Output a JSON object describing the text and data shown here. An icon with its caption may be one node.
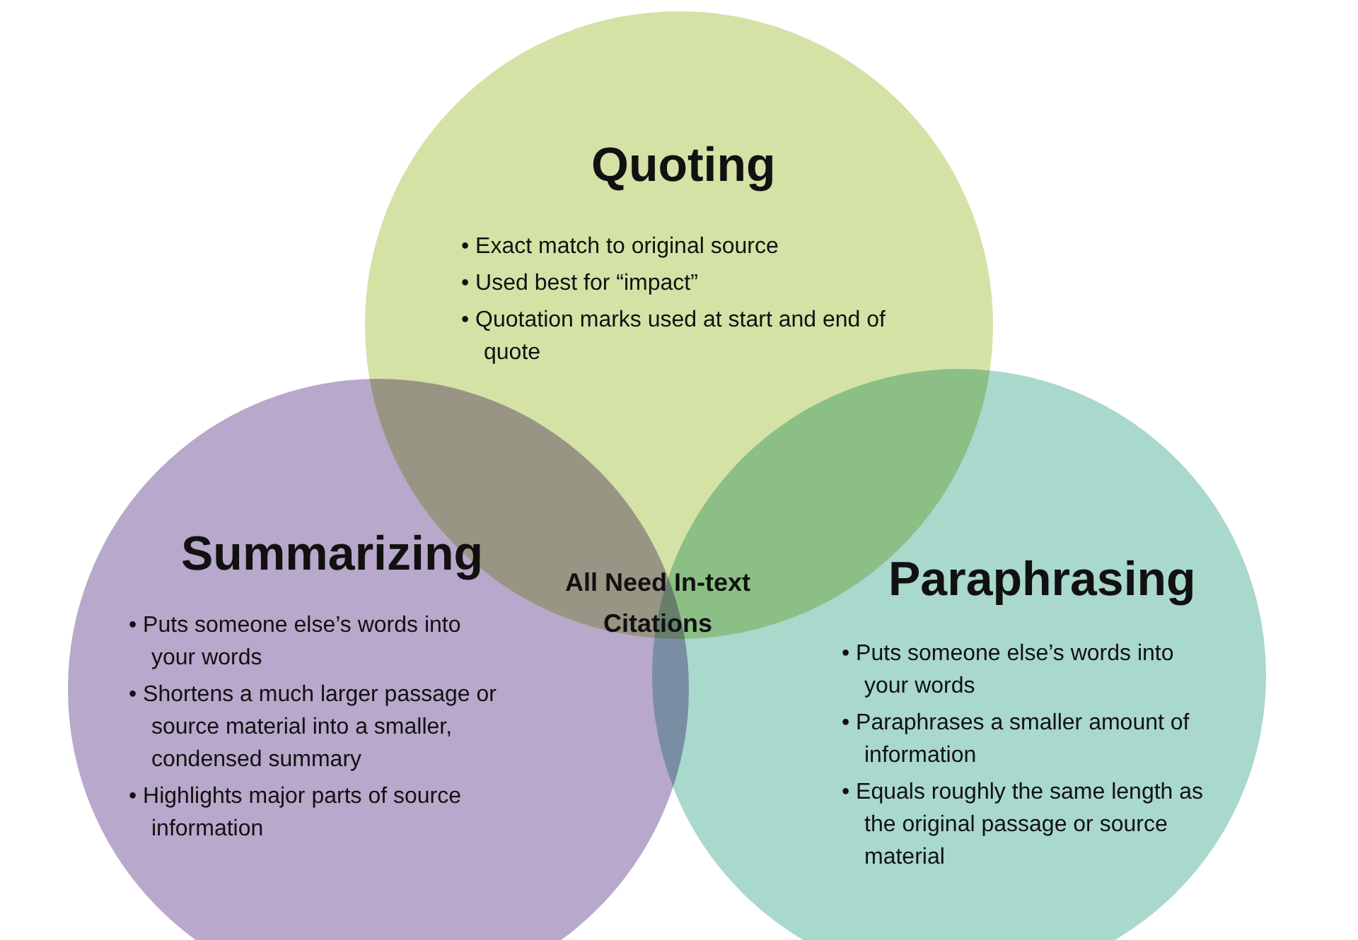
{
  "diagram": {
    "nodes": [
      {
        "text": [
          "Quoting",
          "• Exact match to original source",
          "• Used best for “impact”",
          "• Quotation marks used at start and end of quote"
        ]
      },
      {
        "text": [
          "Summarizing",
          "• Puts someone else’s words into your words",
          "• Shortens a much larger passage or source material into a smaller, condensed summary",
          "• Highlights major parts of source information"
        ]
      },
      {
        "text": [
          "Paraphrasing",
          "• Puts someone else’s words into your words",
          "• Paraphrases a smaller amount of information",
          "• Equals roughly the same length as the original passage or source material"
        ]
      }
    ],
    "edges": [],
    "labels": [
      "All Need In-text Citations"
    ]
  }
}
